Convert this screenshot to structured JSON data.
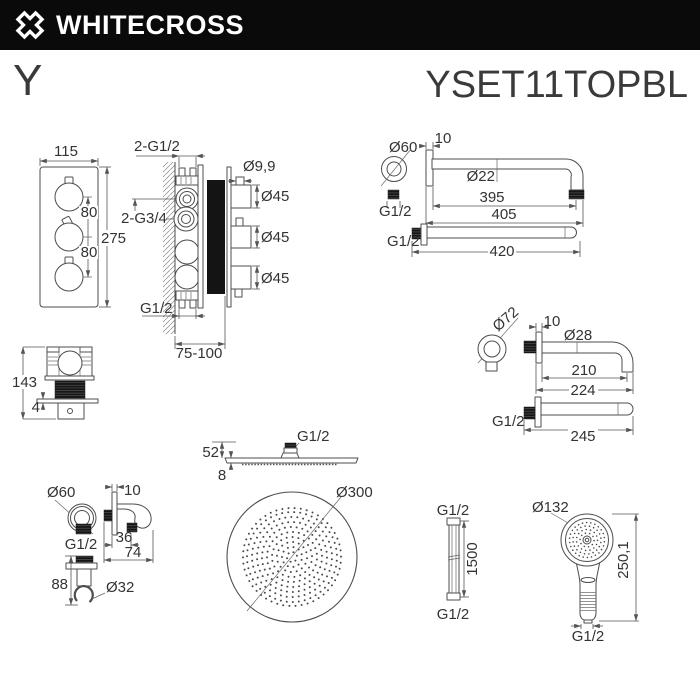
{
  "header": {
    "brand": "WHITECROSS"
  },
  "title": {
    "series": "Y",
    "model": "YSET11TOPBL"
  },
  "colors": {
    "header_bg": "#0a0a0a",
    "header_fg": "#ffffff",
    "line": "#4d4d4d",
    "text": "#333333",
    "black_fill": "#141414"
  },
  "drawings": {
    "thermostat_front": {
      "width": "115",
      "pitch_top": "80",
      "pitch_bottom": "80",
      "height": "275"
    },
    "thermostat_side": {
      "top_ports": "2-G1/2",
      "mid_ports": "2-G3/4",
      "stem": "Ø9,9",
      "knob1": "Ø45",
      "knob2": "Ø45",
      "knob3": "Ø45",
      "bottom_port": "G1/2",
      "mount_depth": "75-100"
    },
    "shower_arm": {
      "flange": "Ø60",
      "flange_depth": "10",
      "tube": "Ø22",
      "len_tube": "395",
      "len_total": "405",
      "thread_wall": "G1/2",
      "thread_straight": "G1/2",
      "len_straight": "420"
    },
    "wall_spout": {
      "flange": "Ø72",
      "flange_depth": "10",
      "tube": "Ø28",
      "len_tube": "210",
      "len_total": "224",
      "thread": "G1/2",
      "len_straight": "245"
    },
    "valve_depth": {
      "depth": "143",
      "plate": "4"
    },
    "outlet_elbow": {
      "flange": "Ø60",
      "flange_depth": "10",
      "thread": "G1/2",
      "proj_36": "36",
      "proj_74": "74",
      "height_88": "88",
      "holder": "Ø32"
    },
    "head_shower": {
      "thread": "G1/2",
      "height": "52",
      "edge": "8",
      "diameter": "Ø300"
    },
    "hose": {
      "thread_top": "G1/2",
      "length": "1500",
      "thread_bottom": "G1/2"
    },
    "hand_shower": {
      "diameter": "Ø132",
      "length": "250,1",
      "thread": "G1/2"
    }
  }
}
